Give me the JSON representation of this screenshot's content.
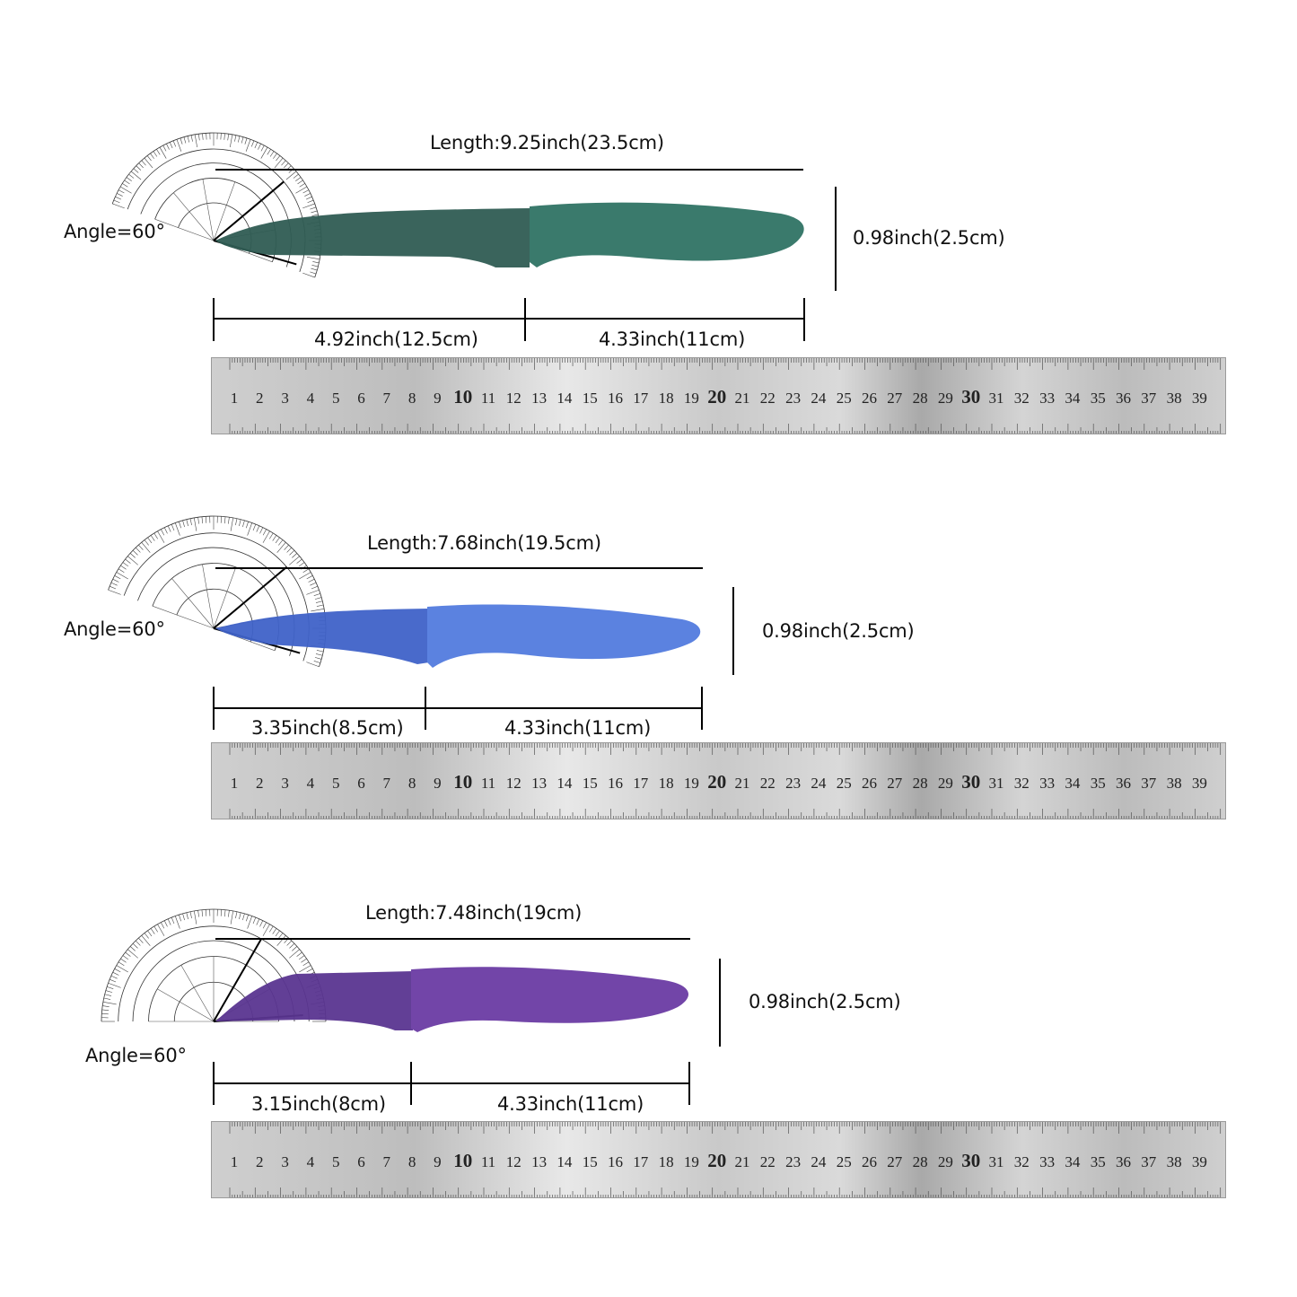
{
  "ruler_numbers": [
    "1",
    "2",
    "3",
    "4",
    "5",
    "6",
    "7",
    "8",
    "9",
    "10",
    "11",
    "12",
    "13",
    "14",
    "15",
    "16",
    "17",
    "18",
    "19",
    "20",
    "21",
    "22",
    "23",
    "24",
    "25",
    "26",
    "27",
    "28",
    "29",
    "30",
    "31",
    "32",
    "33",
    "34",
    "35",
    "36",
    "37",
    "38",
    "39"
  ],
  "knives": [
    {
      "length_label": "Length:9.25inch(23.5cm)",
      "height_label": "0.98inch(2.5cm)",
      "blade_label": "4.92inch(12.5cm)",
      "handle_label": "4.33inch(11cm)",
      "angle_label": "Angle=60°",
      "color": "#2f5c53"
    },
    {
      "length_label": "Length:7.68inch(19.5cm)",
      "height_label": "0.98inch(2.5cm)",
      "blade_label": "3.35inch(8.5cm)",
      "handle_label": "4.33inch(11cm)",
      "angle_label": "Angle=60°",
      "color": "#4b6fd0"
    },
    {
      "length_label": "Length:7.48inch(19cm)",
      "height_label": "0.98inch(2.5cm)",
      "blade_label": "3.15inch(8cm)",
      "handle_label": "4.33inch(11cm)",
      "angle_label": "Angle=60°",
      "color": "#6a3f98"
    }
  ]
}
